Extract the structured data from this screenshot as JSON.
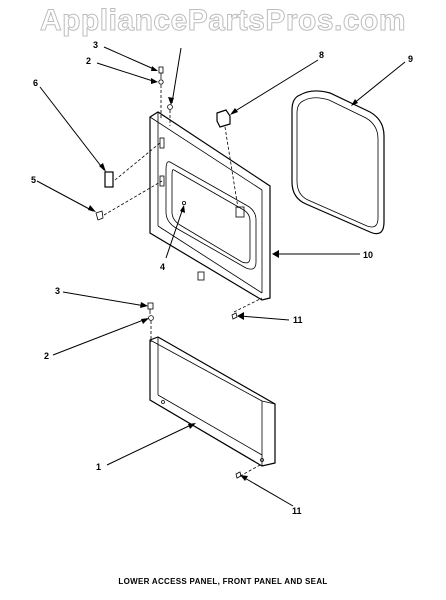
{
  "watermark": "AppliancePartsPros.com",
  "caption": "LOWER ACCESS PANEL, FRONT PANEL AND SEAL",
  "callouts": {
    "c3_top": "3",
    "c2_top": "2",
    "c8": "8",
    "c9": "9",
    "c6": "6",
    "c5": "5",
    "c4": "4",
    "c10": "10",
    "c3_mid": "3",
    "c11_mid": "11",
    "c2_mid": "2",
    "c1": "1",
    "c11_bot": "11"
  }
}
